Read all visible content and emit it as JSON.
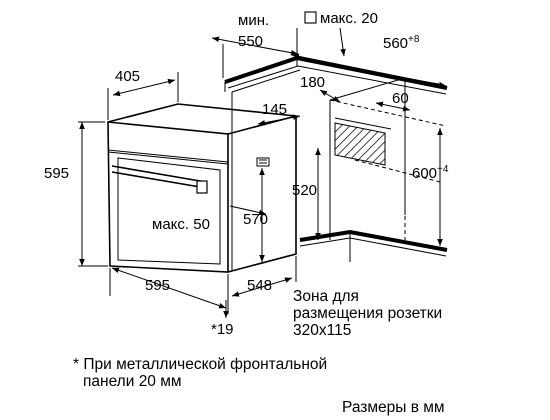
{
  "labels": {
    "min_label": "мин.",
    "min_550": "550",
    "max_20": "макс. 20",
    "niche_560": "560",
    "niche_560_tol": "+8",
    "dim_405": "405",
    "dim_180": "180",
    "dim_60": "60",
    "dim_145": "145",
    "dim_595_h": "595",
    "dim_600": "600",
    "dim_600_tol": "+4",
    "dim_520": "520",
    "max_50": "макс. 50",
    "dim_570": "570",
    "dim_595_w": "595",
    "dim_548": "548",
    "note_19": "*19",
    "zone_line1": "Зона для",
    "zone_line2": "размещения розетки",
    "zone_line3": "320x115",
    "footnote_line1": "* При металлической фронтальной",
    "footnote_line2": "панели 20 мм",
    "units": "Размеры в мм"
  }
}
